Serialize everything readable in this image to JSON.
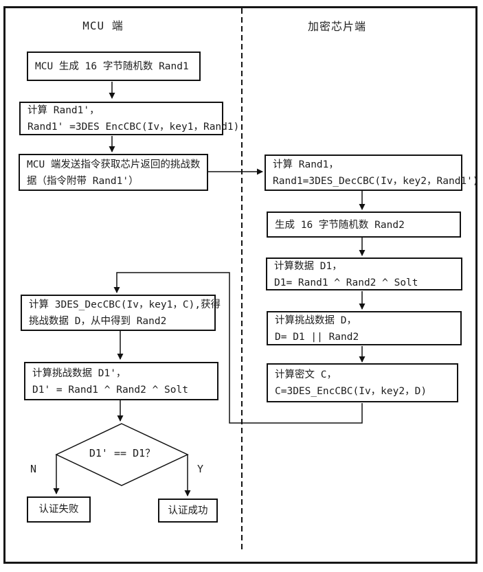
{
  "diagram": {
    "columns": {
      "left_title": "MCU 端",
      "right_title": "加密芯片端"
    },
    "nodes": {
      "l1": {
        "lines": [
          "MCU 生成 16 字节随机数 Rand1"
        ]
      },
      "l2": {
        "lines": [
          "计算 Rand1'，",
          "Rand1' =3DES EncCBC(Iv，key1，Rand1)"
        ]
      },
      "l3": {
        "lines": [
          "MCU 端发送指令获取芯片返回的挑战数",
          "据（指令附带 Rand1'）"
        ]
      },
      "l4": {
        "lines": [
          "计算 3DES_DecCBC(Iv，key1，C),获得",
          "挑战数据 D，从中得到 Rand2"
        ]
      },
      "l5": {
        "lines": [
          "计算挑战数据 D1'，",
          "D1' = Rand1 ^ Rand2 ^ Solt"
        ]
      },
      "decision": {
        "label": "D1' == D1？"
      },
      "fail": {
        "label": "认证失败"
      },
      "success": {
        "label": "认证成功"
      },
      "r1": {
        "lines": [
          "计算 Rand1，",
          "Rand1=3DES_DecCBC(Iv，key2，Rand1')"
        ]
      },
      "r2": {
        "lines": [
          "生成 16 字节随机数 Rand2"
        ]
      },
      "r3": {
        "lines": [
          "计算数据 D1，",
          "D1= Rand1 ^ Rand2 ^ Solt"
        ]
      },
      "r4": {
        "lines": [
          "计算挑战数据 D，",
          "D= D1 || Rand2"
        ]
      },
      "r5": {
        "lines": [
          "计算密文 C，",
          "C=3DES_EncCBC(Iv，key2，D)"
        ]
      }
    },
    "edge_labels": {
      "no": "N",
      "yes": "Y"
    },
    "colors": {
      "ink": "#111111",
      "background": "#ffffff"
    }
  }
}
